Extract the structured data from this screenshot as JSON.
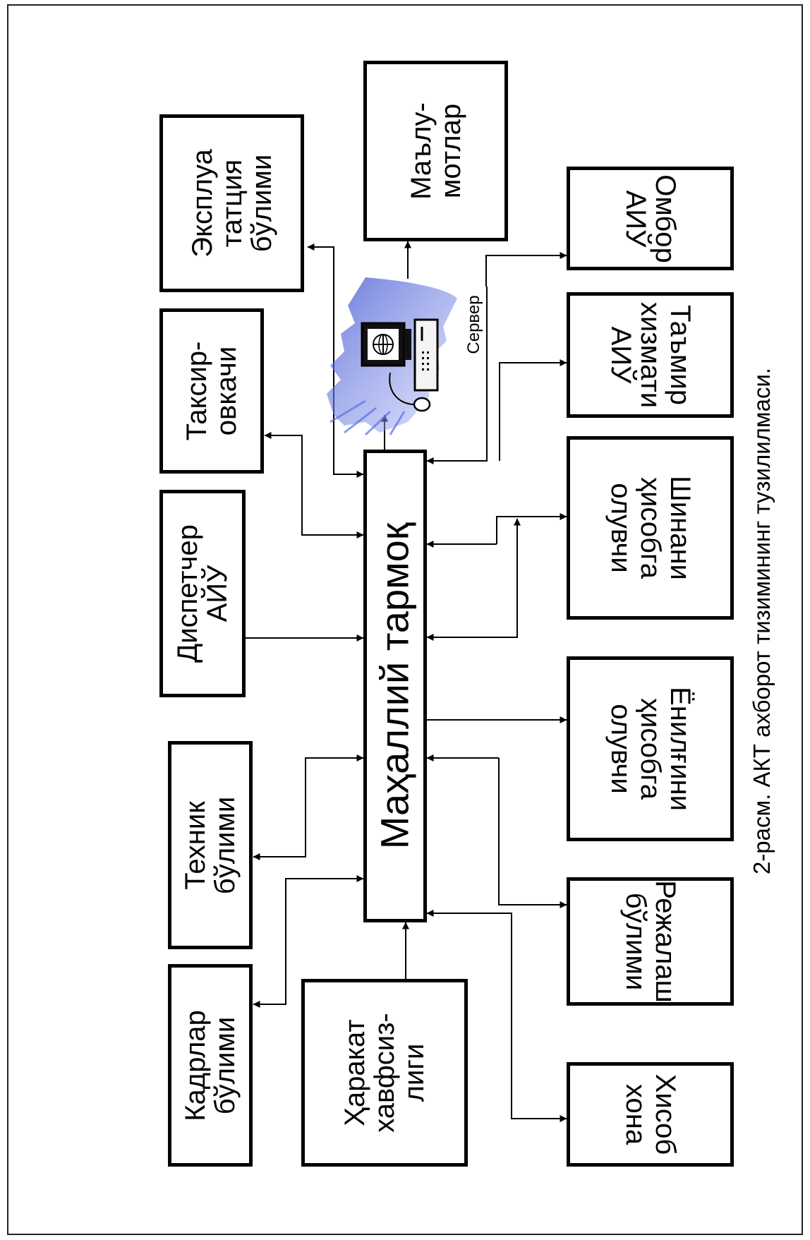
{
  "network": {
    "label": "Маҳаллий тармоқ"
  },
  "server": {
    "label": "Сервер"
  },
  "caption": "2-расм. АКТ ахборот тизимининг тузилилмаси.",
  "left_blocks": [
    {
      "label": "Эксплуа\nтатция\nбўлими"
    },
    {
      "label": "Таксир-\nовкачи"
    },
    {
      "label": "Диспетчер\nАЙЎ"
    },
    {
      "label": "Техник\nбўлими"
    },
    {
      "label": "Кадрлар\nбўлими"
    },
    {
      "label": "Ҳаракат\nхавфсиз-\nлиги"
    }
  ],
  "top_block": {
    "label": "Маълу-\nмотлар"
  },
  "right_blocks": [
    {
      "label": "Омбор\nАИЎ"
    },
    {
      "label": "Таъмир\nхизмати\nАИЎ"
    },
    {
      "label": "Шинани\nҳисобга\nолувчи"
    },
    {
      "label": "Ёнилғини\nҳисобга\nолувчи"
    },
    {
      "label": "Режалаш\nбўлими"
    },
    {
      "label": "Хисоб\nхона"
    }
  ]
}
